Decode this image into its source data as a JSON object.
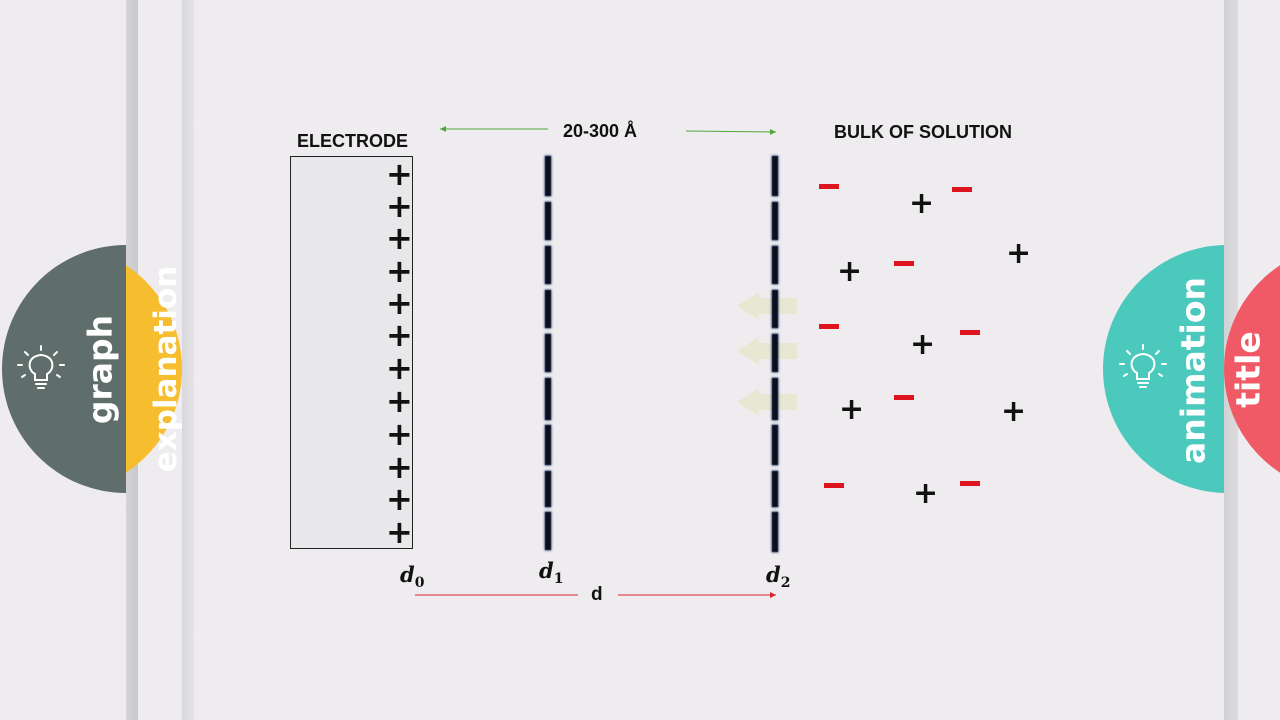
{
  "left_tabs": {
    "graph_label": "graph",
    "explanation_label": "explanation",
    "graph_icon": "lightbulb-icon"
  },
  "right_tabs": {
    "animation_label": "animation",
    "title_label": "title",
    "animation_icon": "lightbulb-icon"
  },
  "diagram": {
    "electrode_label": "ELECTRODE",
    "bulk_label": "BULK OF SOLUTION",
    "thickness_label": "20-300 Å",
    "distance_label": "d",
    "planes": [
      {
        "symbol": "d",
        "sub": "0"
      },
      {
        "symbol": "d",
        "sub": "1"
      },
      {
        "symbol": "d",
        "sub": "2"
      }
    ],
    "electrode_charge_symbol": "+",
    "ion_plus_symbol": "+",
    "colors": {
      "plus": "#111111",
      "minus": "#e0141e",
      "thickness_arrow": "#4fa63a",
      "distance_arrow": "#d9232b",
      "graph_tab": "#5f6d6b",
      "explanation_tab": "#f6be2f",
      "animation_tab": "#4cc9bd",
      "title_tab": "#f05a66"
    }
  }
}
